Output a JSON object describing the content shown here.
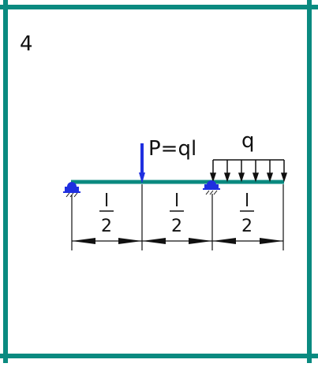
{
  "problem": {
    "number": "4"
  },
  "loads": {
    "point_force_label": "P=ql",
    "distributed_load_label": "q"
  },
  "dimensions": [
    {
      "numerator": "l",
      "denominator": "2"
    },
    {
      "numerator": "l",
      "denominator": "2"
    },
    {
      "numerator": "l",
      "denominator": "2"
    }
  ],
  "colors": {
    "frame": "#0a8a80",
    "beam": "#0a8a80",
    "force": "#1f2fe0",
    "support": "#1f2fe0",
    "ink": "#111111"
  },
  "icons": {
    "support_left": "pin-support-icon",
    "support_middle": "roller-support-icon"
  }
}
